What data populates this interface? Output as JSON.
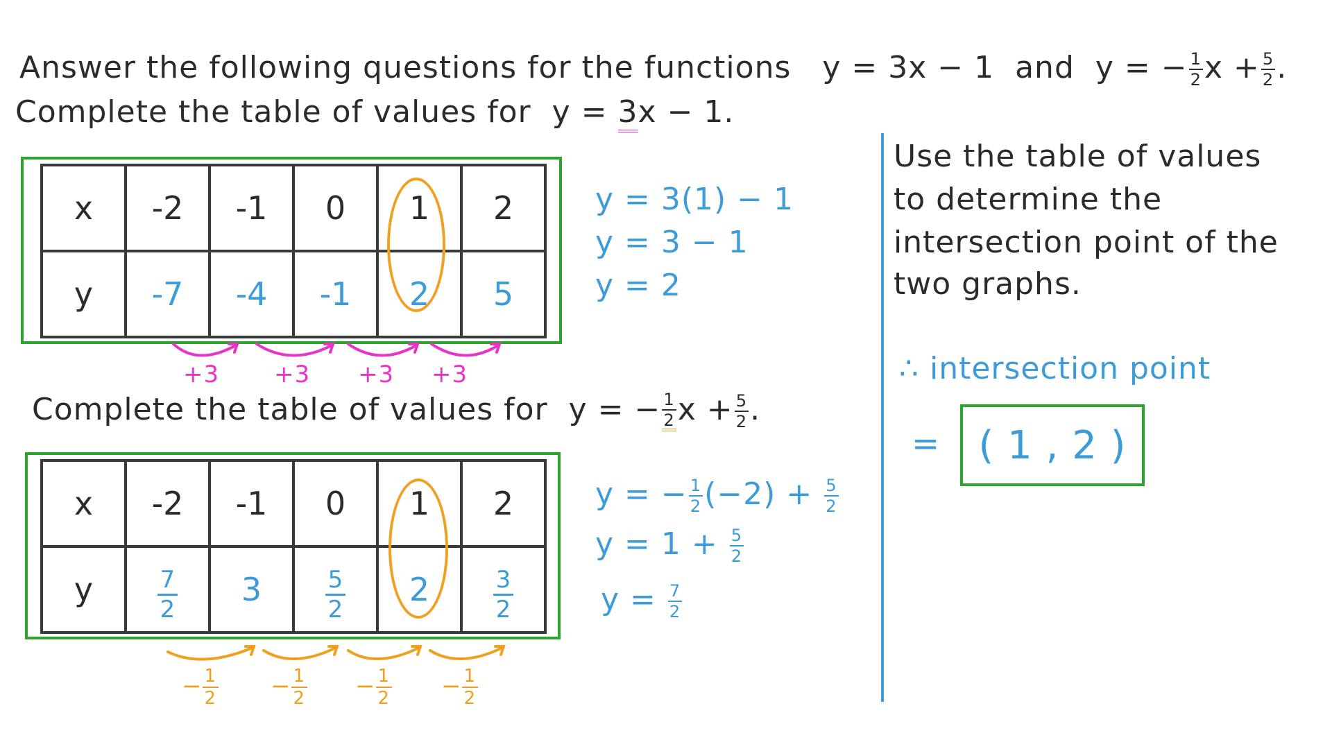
{
  "intro": {
    "text": "Answer the following questions for the functions",
    "f1": "y = 3x − 1",
    "and": "and",
    "f2_prefix": "y = −",
    "f2_frac1_num": "1",
    "f2_frac1_den": "2",
    "f2_mid": "x +",
    "f2_frac2_num": "5",
    "f2_frac2_den": "2",
    "end": "."
  },
  "q1": {
    "prompt": "Complete the table of values for",
    "func_y": "y =",
    "func_highlight": "3",
    "func_rest": "x − 1."
  },
  "table1": {
    "header_x": "x",
    "header_y": "y",
    "x_values": [
      "-2",
      "-1",
      "0",
      "1",
      "2"
    ],
    "y_values": [
      "-7",
      "-4",
      "-1",
      "2",
      "5"
    ]
  },
  "work1": [
    "y = 3(1) − 1",
    "y = 3 − 1",
    "y = 2"
  ],
  "diffs1": [
    "+3",
    "+3",
    "+3",
    "+3"
  ],
  "q2": {
    "prompt": "Complete the table of values for",
    "func_prefix": "y = −",
    "frac1_num": "1",
    "frac1_den": "2",
    "mid": "x +",
    "frac2_num": "5",
    "frac2_den": "2",
    "end": "."
  },
  "table2": {
    "header_x": "x",
    "header_y": "y",
    "x_values": [
      "-2",
      "-1",
      "0",
      "1",
      "2"
    ],
    "y_values": [
      {
        "num": "7",
        "den": "2"
      },
      {
        "whole": "3"
      },
      {
        "num": "5",
        "den": "2"
      },
      {
        "whole": "2"
      },
      {
        "num": "3",
        "den": "2"
      }
    ]
  },
  "work2": {
    "l1_a": "y = −",
    "l1_f1_num": "1",
    "l1_f1_den": "2",
    "l1_b": "(−2) +",
    "l1_f2_num": "5",
    "l1_f2_den": "2",
    "l2_a": "y =  1  +",
    "l2_f_num": "5",
    "l2_f_den": "2",
    "l3_a": "y =",
    "l3_f_num": "7",
    "l3_f_den": "2"
  },
  "diffs2": {
    "sign": "−",
    "num": "1",
    "den": "2",
    "count": 4
  },
  "right": {
    "instruction": [
      "Use the table of values",
      "to determine the",
      "intersection point of the",
      "two graphs."
    ],
    "therefore": "∴  intersection point",
    "equals": "=",
    "answer": "( 1 , 2 )"
  },
  "colors": {
    "frame_green": "#2ea32e",
    "work_blue": "#3d9bd8",
    "pink": "#e833c8",
    "orange": "#f0a020",
    "ink": "#2b2b2b"
  }
}
